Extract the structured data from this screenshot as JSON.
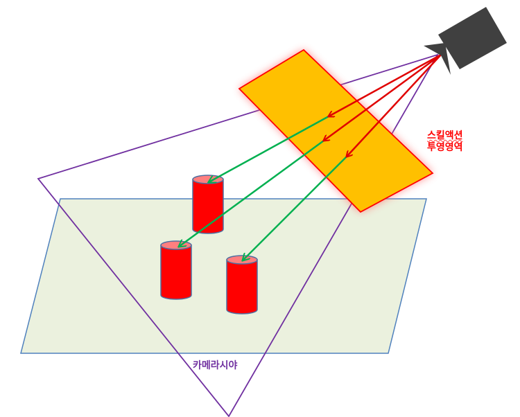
{
  "labels": {
    "projection_area_line1": "스킬액션",
    "projection_area_line2": "투영영역",
    "camera_view": "카메라시야"
  },
  "colors": {
    "floor_fill": "#ebf1de",
    "floor_stroke": "#4f81bd",
    "camera_view_stroke": "#7030a0",
    "projection_fill": "#ffc000",
    "projection_stroke": "#ff0000",
    "projection_glow": "#ff6f6f",
    "label_red": "#ff0000",
    "label_purple": "#7030a0",
    "red_arrow": "#e00000",
    "green_arrow": "#00b050",
    "cylinder_body": "#ff0000",
    "cylinder_top": "#ff7f7f",
    "cylinder_outline": "#4f6fa0",
    "projector_body": "#404040"
  },
  "icons": [
    "projector-icon"
  ],
  "objects": [
    "cylinder",
    "cylinder",
    "cylinder"
  ]
}
